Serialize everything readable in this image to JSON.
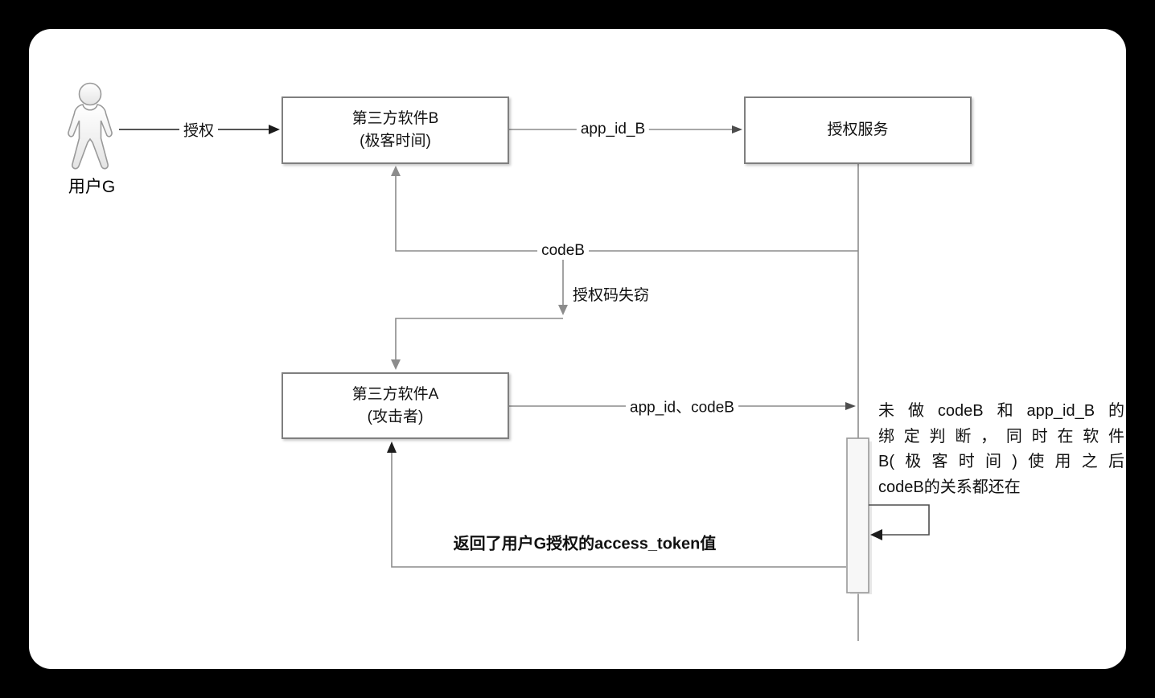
{
  "page": {
    "background": "#000000",
    "card_background": "#ffffff"
  },
  "colors": {
    "line_gray": "#8c8c8c",
    "line_dark": "#1c1c1c",
    "box_border": "#7f7f7f",
    "activation_fill": "#f7f7f7"
  },
  "actor": {
    "label": "用户G",
    "icon": "person-icon"
  },
  "nodes": {
    "software_b": {
      "line1": "第三方软件B",
      "line2": "(极客时间)"
    },
    "auth_service": {
      "label": "授权服务"
    },
    "software_a": {
      "line1": "第三方软件A",
      "line2": "(攻击者)"
    }
  },
  "edges": {
    "authorize": {
      "label": "授权"
    },
    "app_id_b": {
      "label": "app_id_B"
    },
    "code_b": {
      "label": "codeB"
    },
    "code_stolen": {
      "label": "授权码失窃"
    },
    "app_id_code_b": {
      "label": "app_id、codeB"
    },
    "return_token": {
      "label": "返回了用户G授权的access_token值"
    }
  },
  "annotation": {
    "line1": "未做codeB和app_id_B的",
    "line2": "绑定判断，同时在软件",
    "line3": "B(极客时间)使用之后",
    "line4": "codeB的关系都还在"
  }
}
